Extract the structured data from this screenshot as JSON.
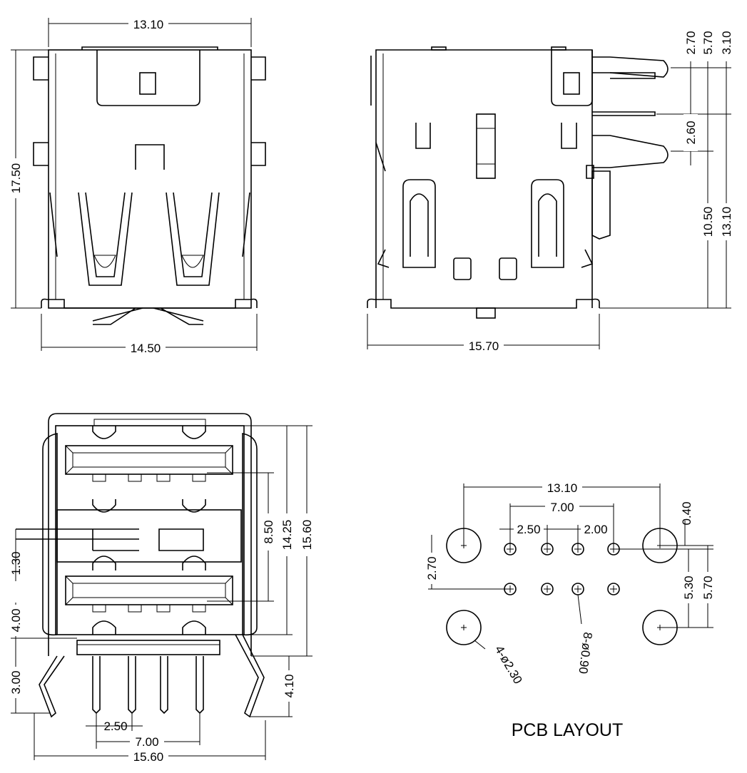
{
  "front_view": {
    "width_top": "13.10",
    "height": "17.50",
    "width_bottom": "14.50"
  },
  "side_view": {
    "pin_a": "2.70",
    "pin_b": "5.70",
    "pin_c": "3.10",
    "pin_d": "2.60",
    "height_a": "10.50",
    "height_b": "13.10",
    "width": "15.70"
  },
  "bottom_view": {
    "port_pitch": "8.50",
    "inner_height": "14.25",
    "outer_height": "15.60",
    "left_a": "1.30",
    "left_b": "4.00",
    "left_c": "3.00",
    "leg_length": "4.10",
    "pin_pitch": "2.50",
    "pin_span": "7.00",
    "overall_width": "15.60"
  },
  "pcb_layout": {
    "title": "PCB LAYOUT",
    "mount_span": "13.10",
    "pin_span": "7.00",
    "pitch_a": "2.50",
    "pitch_b": "2.00",
    "offset": "0.40",
    "row_gap": "2.70",
    "mount_gap_a": "5.30",
    "mount_gap_b": "5.70",
    "mount_holes": "4-ø2.30",
    "pin_holes": "8-ø0.90"
  }
}
